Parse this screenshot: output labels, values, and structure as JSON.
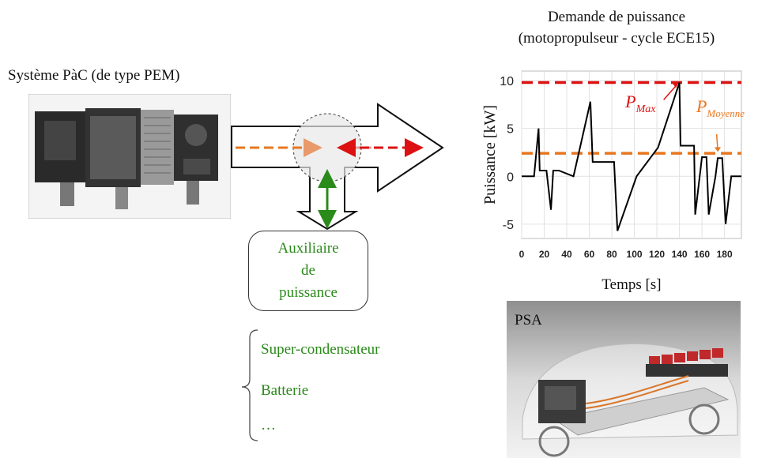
{
  "left": {
    "fuel_cell_label": "Système PàC (de type PEM)"
  },
  "aux": {
    "line1": "Auxiliaire",
    "line2": "de",
    "line3": "puissance"
  },
  "storage_options": [
    "Super-condensateur",
    "Batterie",
    "…"
  ],
  "chart_title": {
    "line1": "Demande de puissance",
    "line2": "(motopropulseur - cycle ECE15)"
  },
  "chart_data": {
    "type": "line",
    "title": "Demande de puissance (motopropulseur - cycle ECE15)",
    "xlabel": "Temps [s]",
    "ylabel": "Puissance [kW]",
    "xlim": [
      0,
      195
    ],
    "ylim": [
      -6.5,
      11
    ],
    "xticks": [
      0,
      20,
      40,
      60,
      80,
      100,
      120,
      140,
      160,
      180
    ],
    "yticks": [
      -5,
      0,
      5,
      10
    ],
    "grid": true,
    "series": [
      {
        "x": [
          0,
          11,
          15,
          16,
          20,
          22,
          26,
          28,
          33,
          46,
          61,
          63,
          74,
          82,
          85,
          102,
          121,
          140,
          141,
          147,
          153,
          154,
          158,
          160,
          164,
          166,
          172,
          174,
          178,
          181,
          186,
          195
        ],
        "y": [
          0,
          0,
          5,
          0.6,
          0.6,
          0.6,
          -3.5,
          0.6,
          0.6,
          0,
          7.8,
          1.5,
          1.5,
          1.5,
          -5.7,
          0,
          3,
          9.8,
          3.2,
          3.2,
          3.2,
          -4,
          0,
          2,
          2,
          -4,
          0,
          1.9,
          1.9,
          -5,
          0,
          0
        ],
        "color": "#000000"
      }
    ],
    "reference_lines": [
      {
        "y": 9.8,
        "label": "P",
        "subscript": "Max",
        "color": "#dd1111"
      },
      {
        "y": 2.4,
        "label": "P",
        "subscript": "Moyenne",
        "color": "#e87722"
      }
    ]
  },
  "psa_label": "PSA",
  "colors": {
    "green": "#2a8a1a",
    "red": "#dd1111",
    "orange": "#e87722"
  }
}
